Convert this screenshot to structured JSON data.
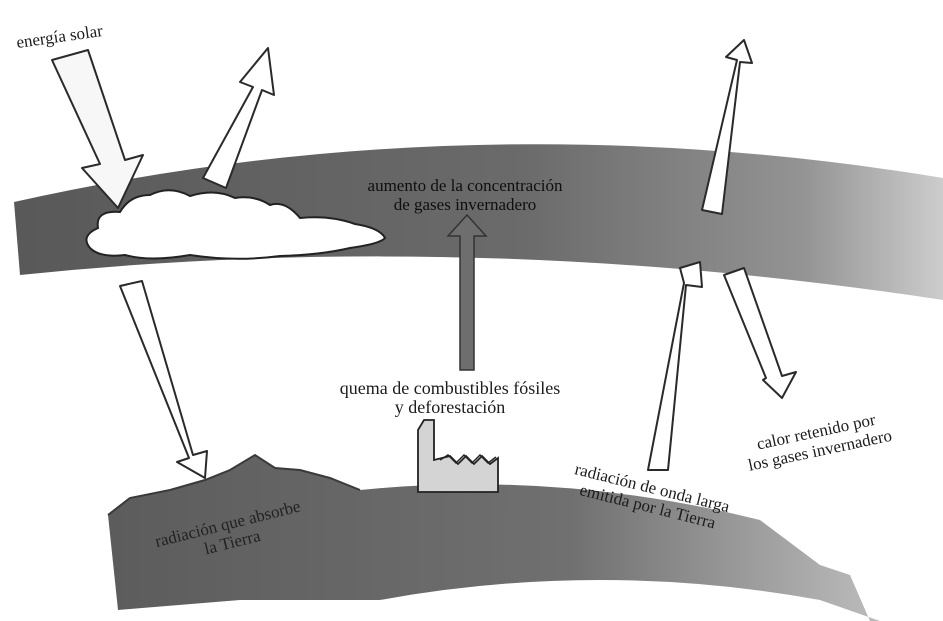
{
  "diagram": {
    "labels": {
      "solar_energy": "energía solar",
      "concentration_line1": "aumento de la concentración",
      "concentration_line2": "de gases invernadero",
      "fossil_line1": "quema de combustibles fósiles",
      "fossil_line2": "y deforestación",
      "heat_line1": "calor retenido por",
      "heat_line2": "los gases invernadero",
      "longwave_line1": "radiación de onda larga",
      "longwave_line2": "emitida por la Tierra",
      "absorbed_line1": "radiación que absorbe",
      "absorbed_line2": "la Tierra"
    },
    "colors": {
      "atmosphere": "#5e5e5e",
      "earth": "#6a6a6a",
      "emission_arrow": "#6e6e6e",
      "arrow_outline": "#2a2a2a",
      "arrow_fill": "#ffffff",
      "text": "#1c1c1c"
    },
    "icons": [
      "sun-ray-arrow",
      "cloud-icon",
      "factory-icon"
    ]
  }
}
